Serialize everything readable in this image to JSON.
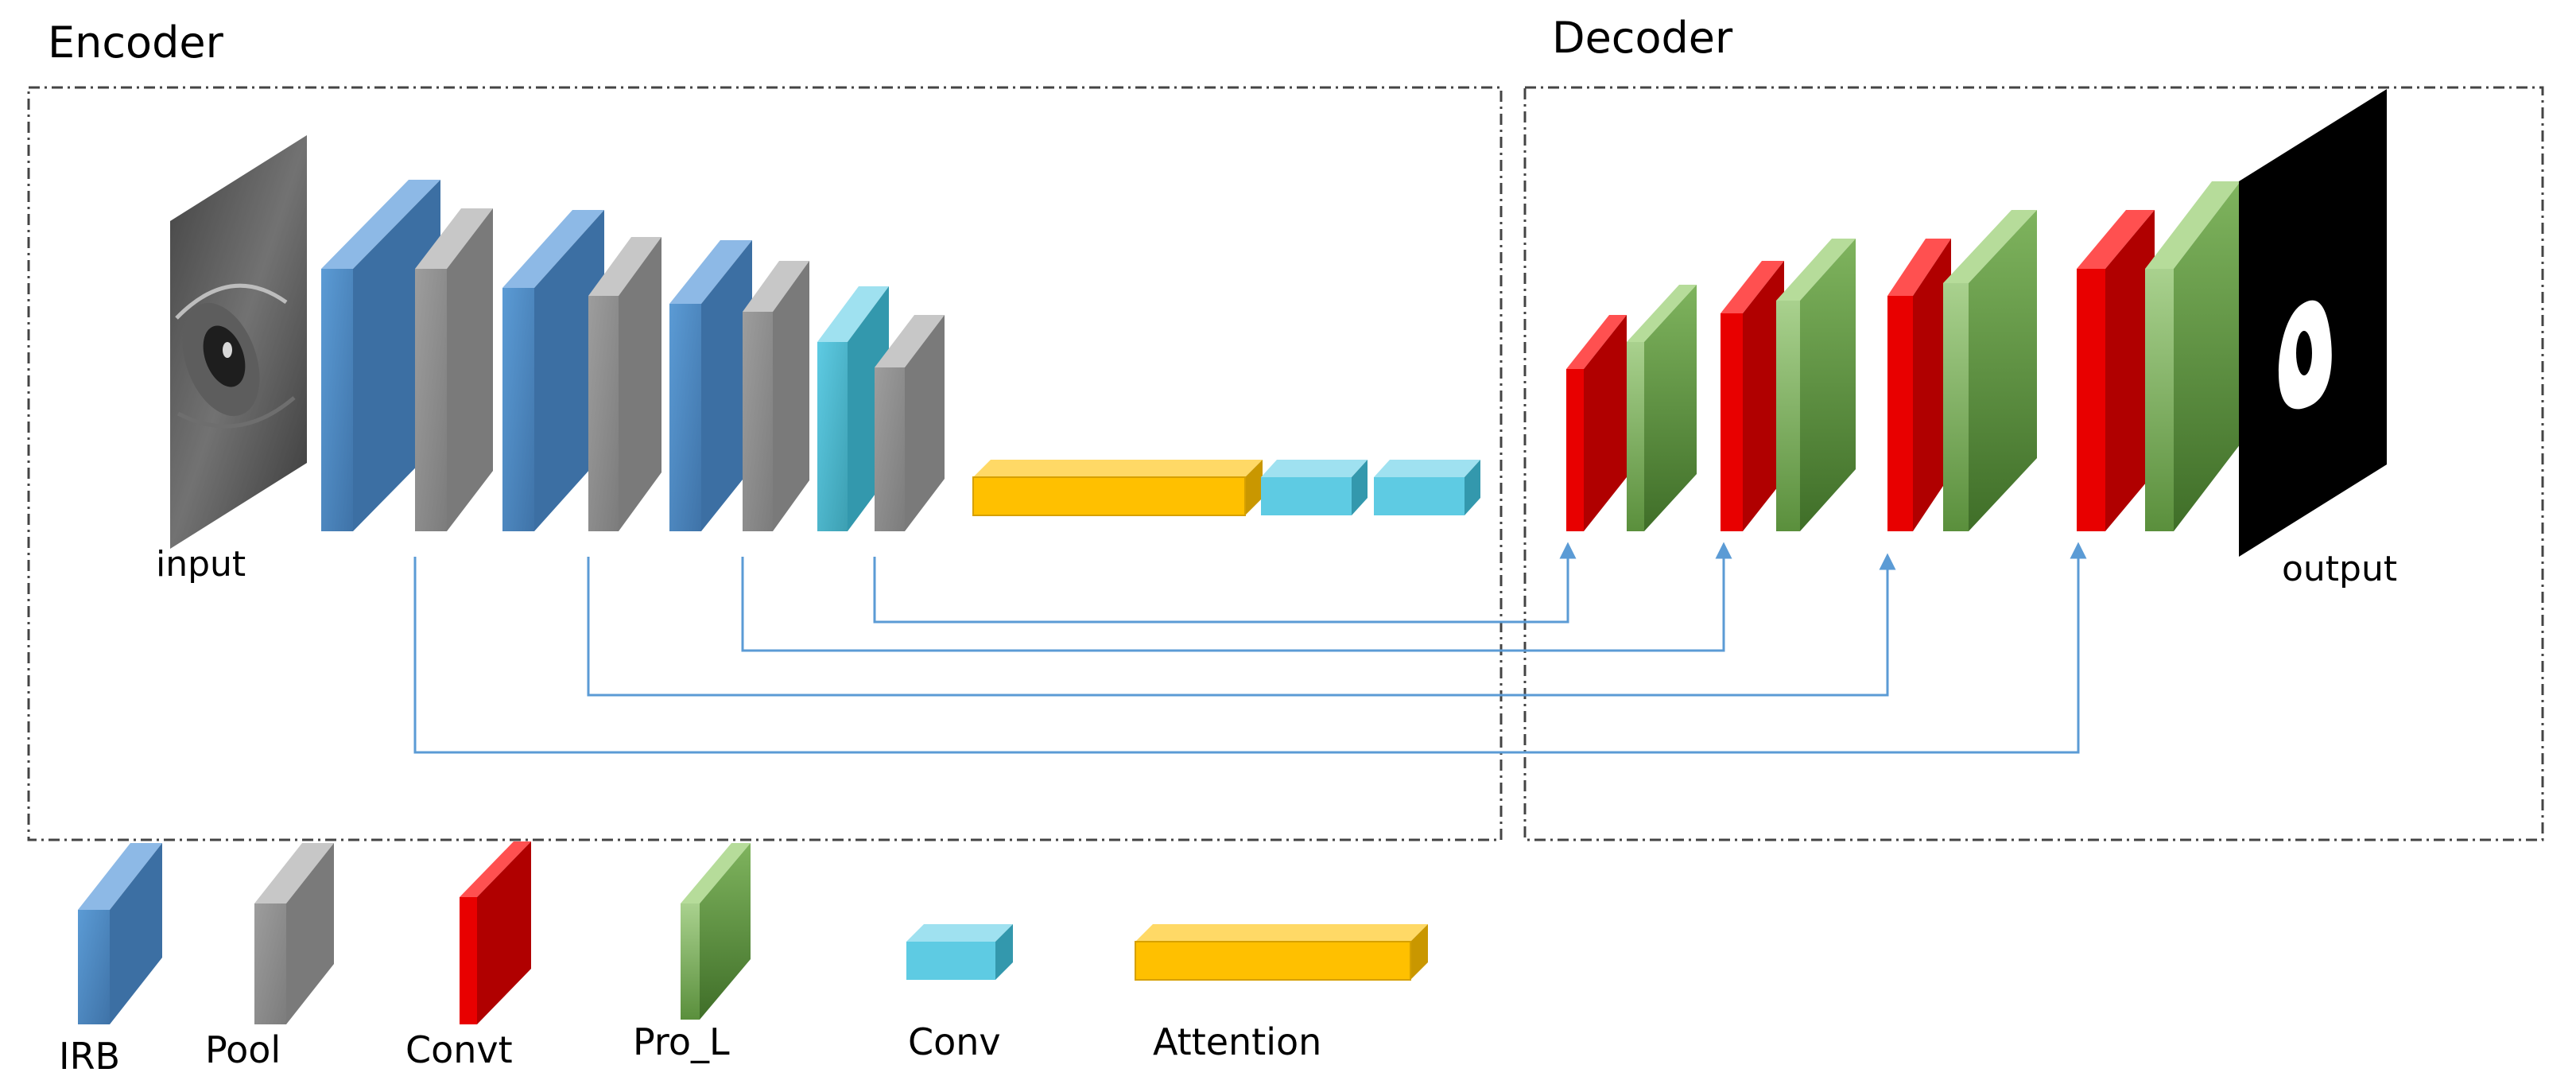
{
  "sections": {
    "encoder_title": "Encoder",
    "decoder_title": "Decoder"
  },
  "io": {
    "input_label": "input",
    "output_label": "output"
  },
  "legend": {
    "irb": "IRB",
    "pool": "Pool",
    "convt": "Convt",
    "pro_l": "Pro_L",
    "conv": "Conv",
    "attention": "Attention"
  },
  "colors": {
    "irb": "#4f81bd",
    "pool": "#8c8c8c",
    "conv": "#4bacc6",
    "attention": "#ffc000",
    "convt": "#e00000",
    "pro_l": "#4e8a34",
    "connector": "#5b9bd5",
    "frame": "#444444"
  },
  "icons": {
    "input_image": "eye-photo",
    "output_image": "pupil-segmentation-mask"
  }
}
